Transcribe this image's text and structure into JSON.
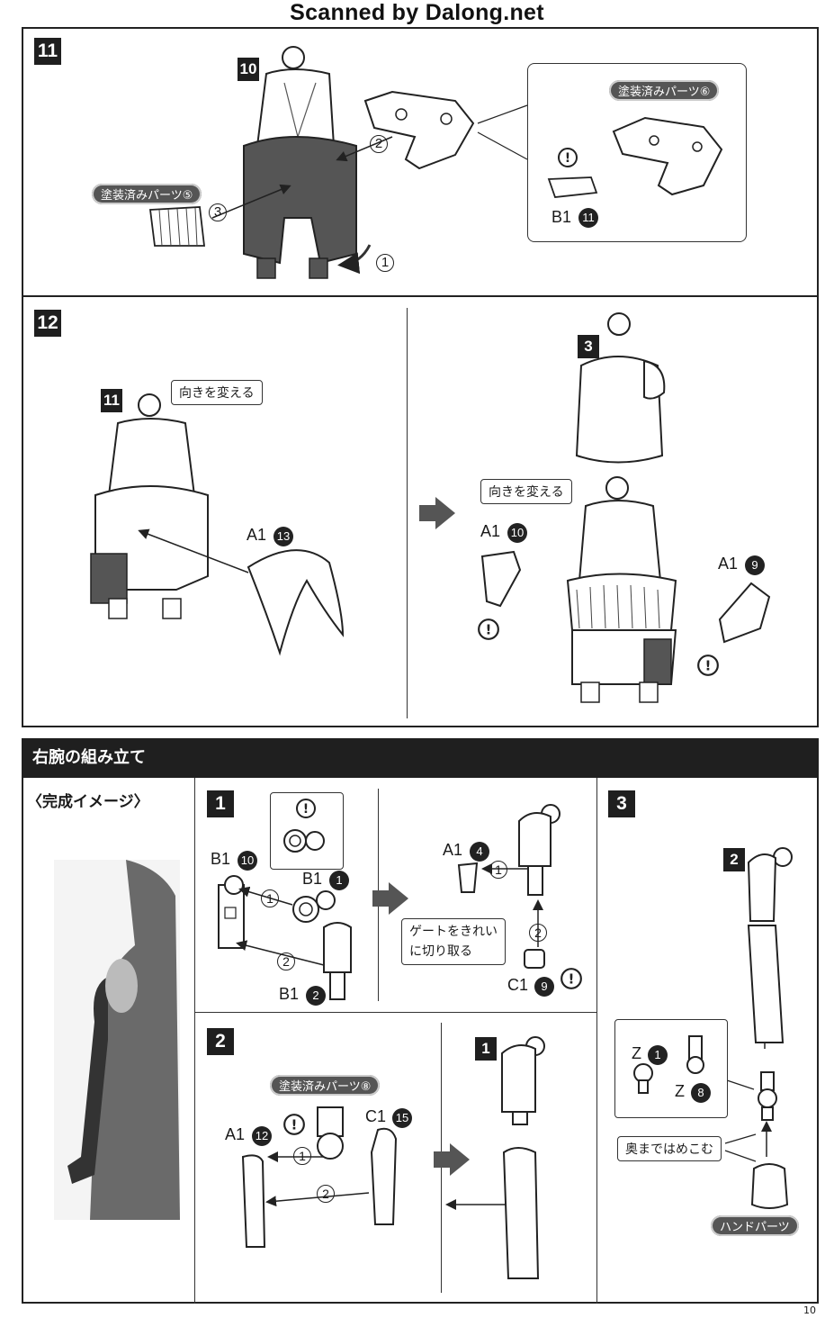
{
  "watermark": "Scanned by Dalong.net",
  "page_number": "10",
  "steps_top": {
    "step11": {
      "label": "11",
      "sub_label": "10",
      "painted_part_a": "塗装済みパーツ⑤",
      "painted_part_b": "塗装済みパーツ⑥",
      "part_b1": "B1",
      "part_b1_no": "11",
      "arrow1": "1",
      "arrow2": "2",
      "arrow3": "3"
    },
    "step12": {
      "label": "12",
      "left_sub_label": "11",
      "callout_left": "向きを変える",
      "part_a1_left": "A1",
      "part_a1_left_no": "13",
      "right_sub_label": "3",
      "callout_right": "向きを変える",
      "part_a1_10": "A1",
      "part_a1_10_no": "10",
      "part_a1_9": "A1",
      "part_a1_9_no": "9"
    }
  },
  "section": {
    "title": "右腕の組み立て",
    "complete_image": "〈完成イメージ〉",
    "step1": {
      "label": "1",
      "b1_10": "B1",
      "b1_10_no": "10",
      "b1_1": "B1",
      "b1_1_no": "1",
      "b1_2": "B1",
      "b1_2_no": "2",
      "a1_4": "A1",
      "a1_4_no": "4",
      "c1_9": "C1",
      "c1_9_no": "9",
      "callout": "ゲートをきれい\nに切り取る",
      "arrow1": "1",
      "arrow2": "2"
    },
    "step2": {
      "label": "2",
      "painted": "塗装済みパーツ⑧",
      "a1_12": "A1",
      "a1_12_no": "12",
      "c1_15": "C1",
      "c1_15_no": "15",
      "arrow1": "1",
      "arrow2": "2",
      "sub_label": "1"
    },
    "step3": {
      "label": "3",
      "sub_label": "2",
      "z1": "Z",
      "z1_no": "1",
      "z8": "Z",
      "z8_no": "8",
      "callout": "奥まではめこむ",
      "hand_parts": "ハンドパーツ"
    }
  }
}
